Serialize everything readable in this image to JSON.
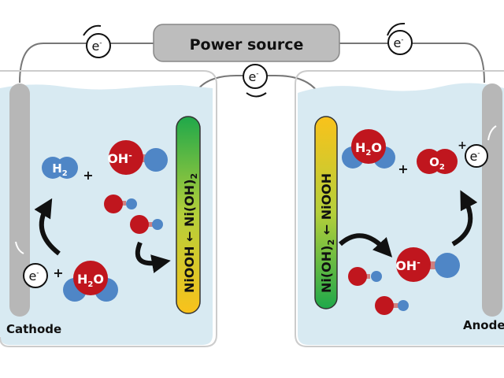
{
  "power_source": {
    "label": "Power source"
  },
  "electrodes": {
    "cathode": "Cathode",
    "anode": "Anode"
  },
  "nickel_left": {
    "label": "NiOOH ← Ni(OH)",
    "sub": "2"
  },
  "nickel_right": {
    "label": "Ni(OH)",
    "sub": "2",
    "label_after": " ← NiOOH"
  },
  "species": {
    "electron": "e",
    "electron_charge": "-",
    "h2": "H",
    "h2_sub": "2",
    "oh": "OH",
    "oh_charge": "-",
    "h2o_h": "H",
    "h2o_sub": "2",
    "h2o_o": "O",
    "o2": "O",
    "o2_sub": "2",
    "plus": "+"
  },
  "colors": {
    "oxygen": "#c0161e",
    "hydrogen": "#4f86c6",
    "electrolyte": "#d8eaf2",
    "electrode": "#b7b7b7",
    "nioh_green": "#1fa84a",
    "niooh_yellow": "#f7c21b",
    "power_box": "#bdbdbd"
  }
}
